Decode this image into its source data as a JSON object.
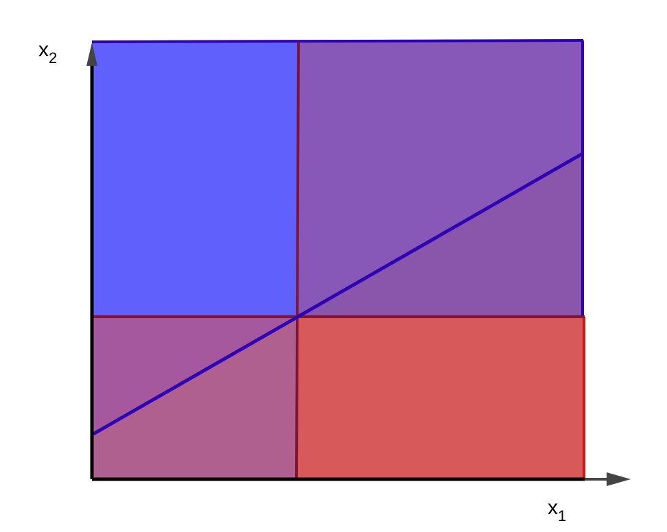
{
  "labels": {
    "x_axis": "x",
    "x_axis_subscript": "1",
    "y_axis": "x",
    "y_axis_subscript": "2"
  },
  "colors": {
    "region_blue": "#6060fd",
    "region_purple_upper": "#8758b8",
    "region_purple_lower_right": "#8a56ac",
    "region_mauve_left_upper": "#a5589d",
    "region_mauve_left_lower": "#b0608f",
    "region_red": "#d8595a",
    "boundary_blue": "#2f00b3",
    "boundary_red": "#7d1438",
    "axis_black": "#000000",
    "axis_arrow": "#444444"
  }
}
